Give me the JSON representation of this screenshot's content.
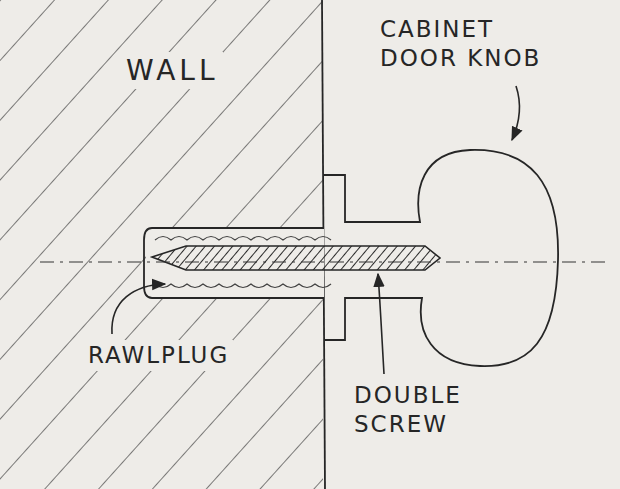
{
  "diagram": {
    "labels": [
      "WALL",
      "CABINET DOOR KNOB",
      "RAWLPLUG",
      "DOUBLE SCREW"
    ]
  }
}
